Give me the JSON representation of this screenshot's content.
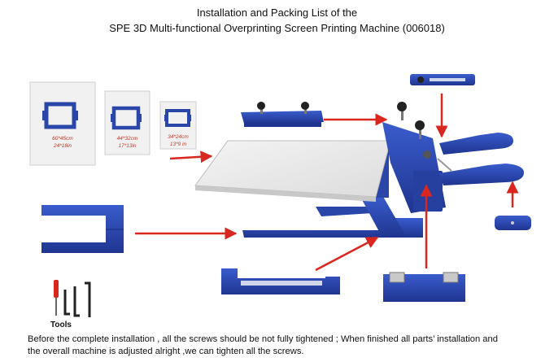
{
  "title_line1": "Installation and Packing List of the",
  "title_line2": "SPE 3D Multi-functional Overprinting Screen Printing Machine (006018)",
  "screens": [
    {
      "size_cm": "60*45cm",
      "size_in": "24*18in"
    },
    {
      "size_cm": "44*32cm",
      "size_in": "17*13in"
    },
    {
      "size_cm": "34*24cm",
      "size_in": "13*9 in"
    }
  ],
  "tools_label": "Tools",
  "caption_line1": "Before the complete installation , all the screws should be not fully tightened ; When finished all parts’  installation and",
  "caption_line2": "the overall machine is adjusted alright ,we can tighten all the screws.",
  "colors": {
    "machine_blue": "#2a46a8",
    "arrow_red": "#d9271f",
    "platen_gray": "#e6e6e6"
  }
}
